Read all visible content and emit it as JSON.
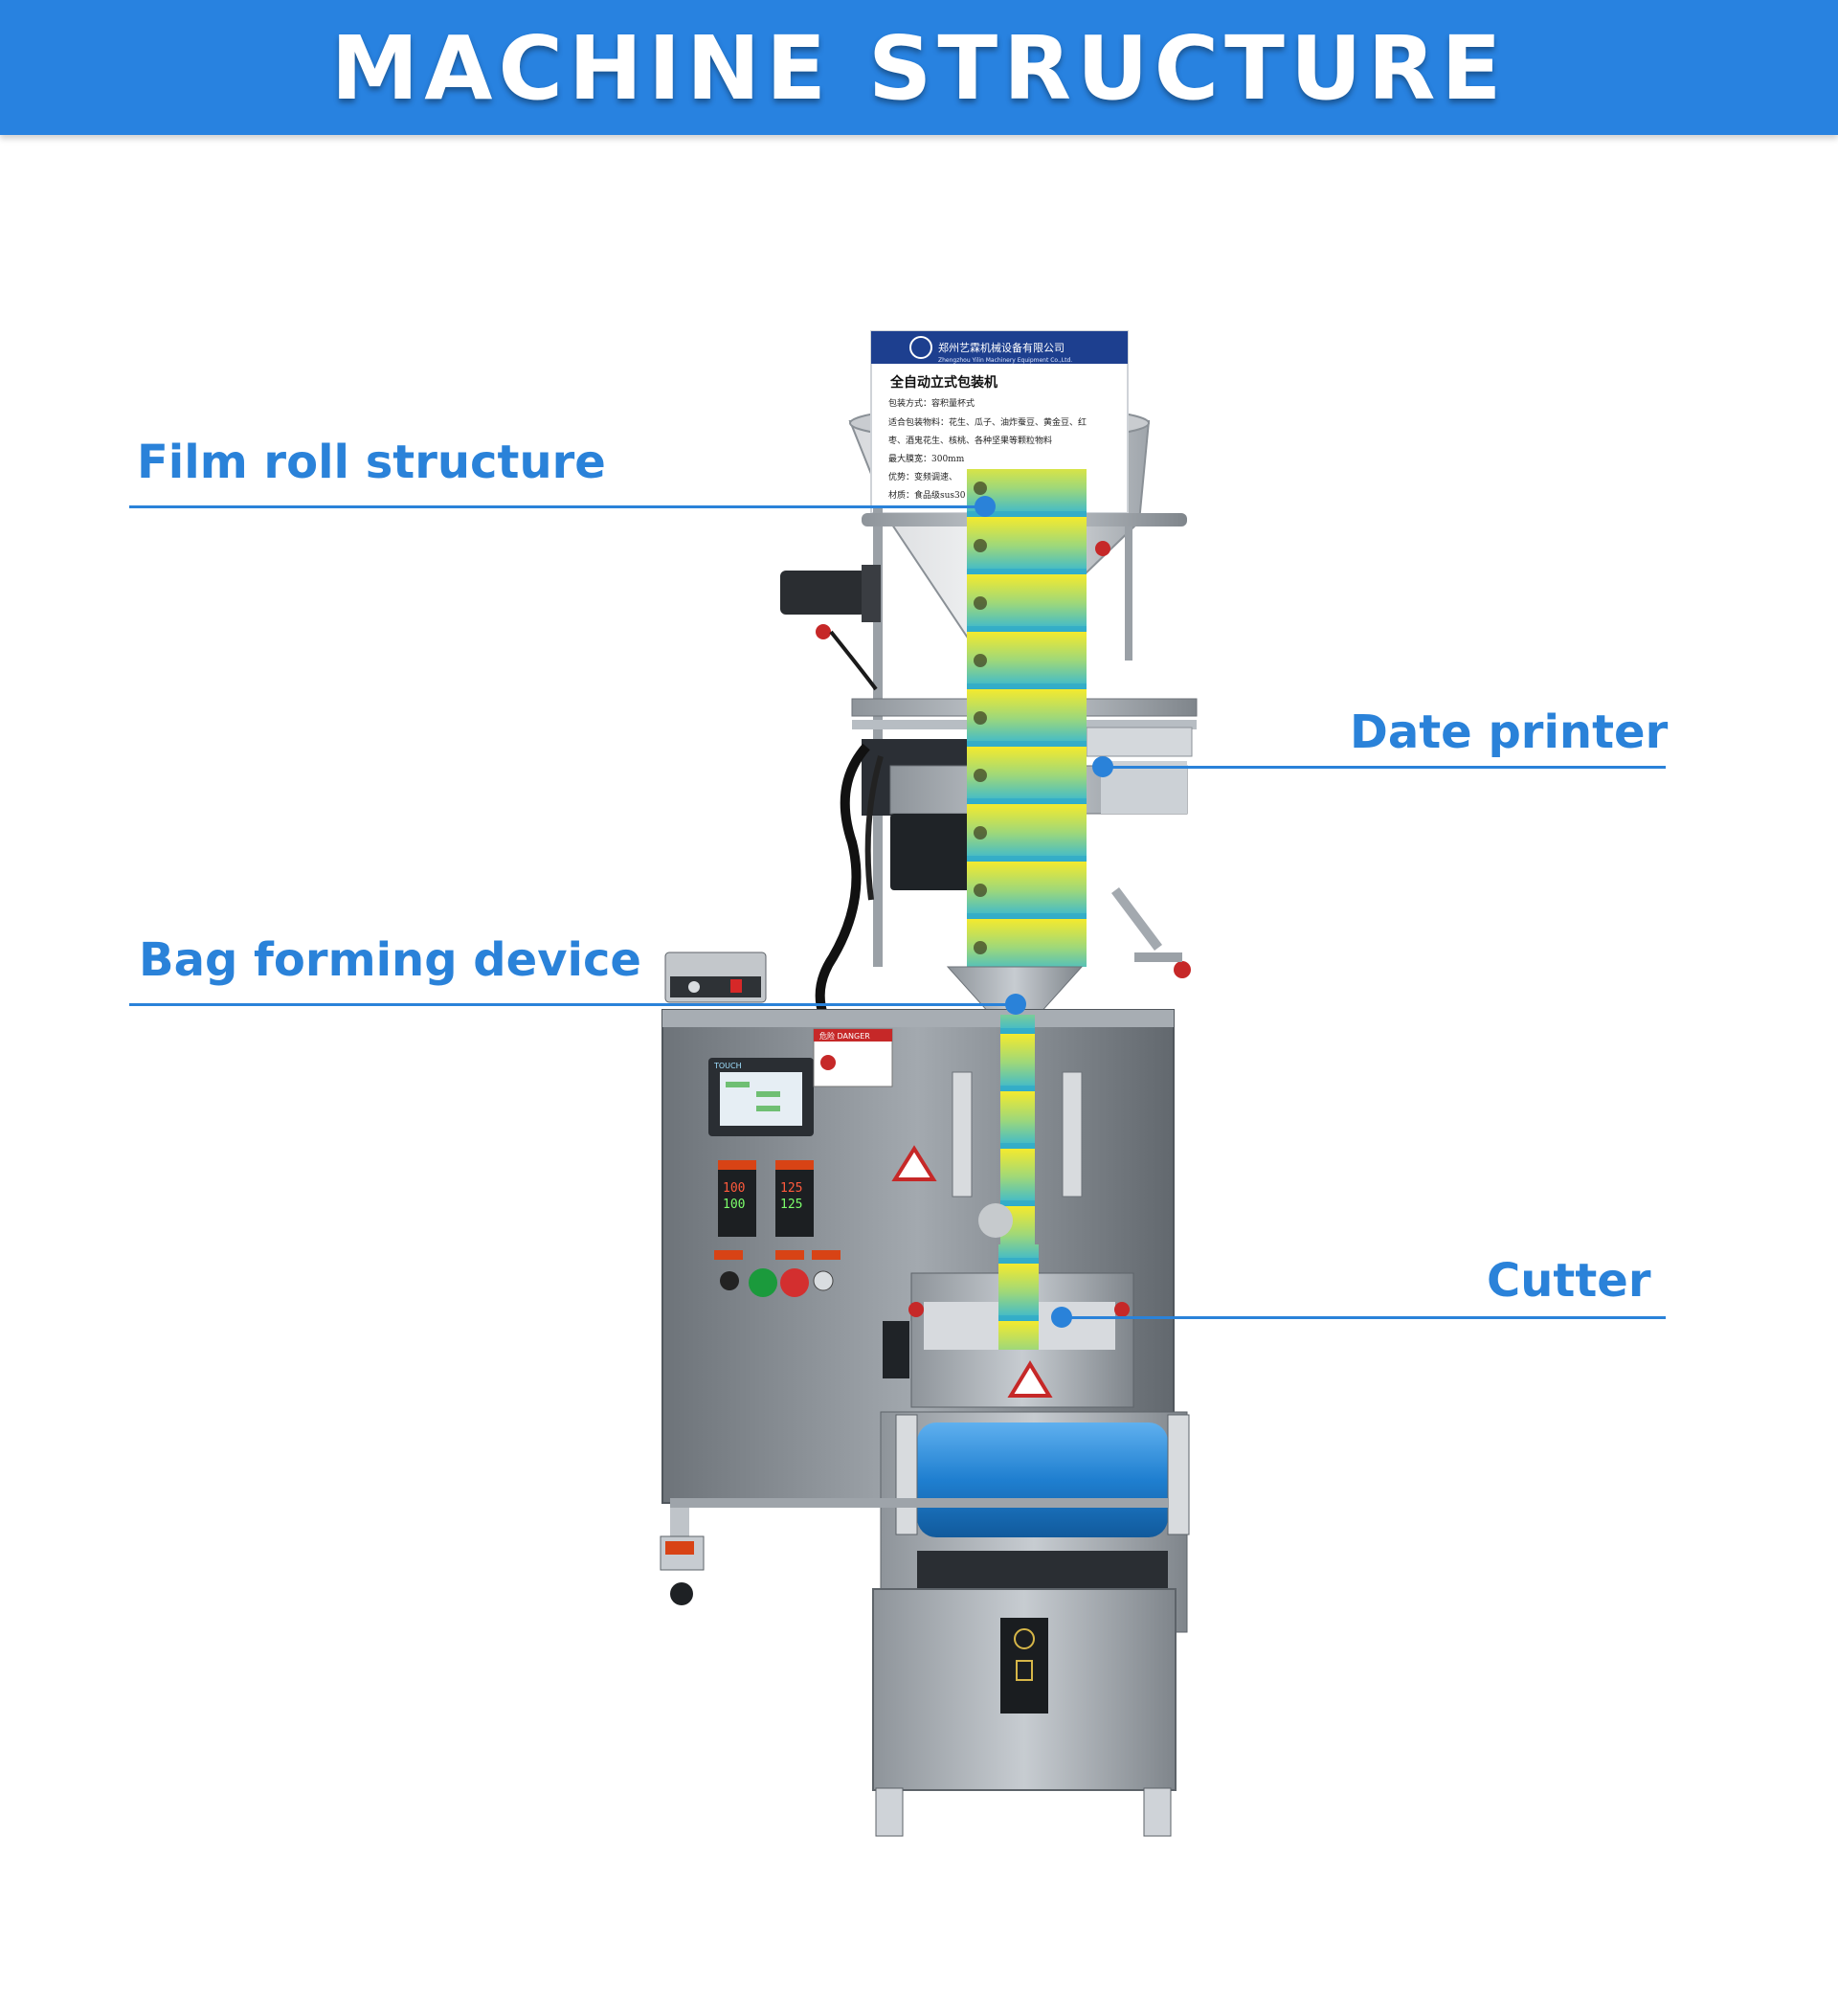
{
  "header": {
    "title": "MACHINE STRUCTURE",
    "background_color": "#2882e0"
  },
  "accent_color": "#2a82d9",
  "callouts": [
    {
      "label": "Film roll structure"
    },
    {
      "label": "Date printer"
    },
    {
      "label": "Bag forming device"
    },
    {
      "label": "Cutter"
    }
  ],
  "machine": {
    "nameplate": {
      "company_cn": "郑州艺霖机械设备有限公司",
      "company_en": "Zhengzhou Yilin Machinery Equipment Co.,Ltd.",
      "product": "全自动立式包装机",
      "lines": [
        "包装方式：容积量杯式",
        "适合包装物料：花生、瓜子、油炸蚕豆、黄金豆、红",
        "枣、酒鬼花生、核桃、各种坚果等颗粒物料",
        "最大膜宽：300mm",
        "优势：变频调速、",
        "材质：食品级sus30"
      ]
    },
    "panel": {
      "touch_label": "TOUCH",
      "danger_label": "危险 DANGER",
      "temp_display_1": [
        "100",
        "100"
      ],
      "temp_display_2": [
        "125",
        "125"
      ]
    },
    "icon_names": [
      "logo-icon",
      "warning-triangle-icon",
      "hazard-icon"
    ]
  }
}
